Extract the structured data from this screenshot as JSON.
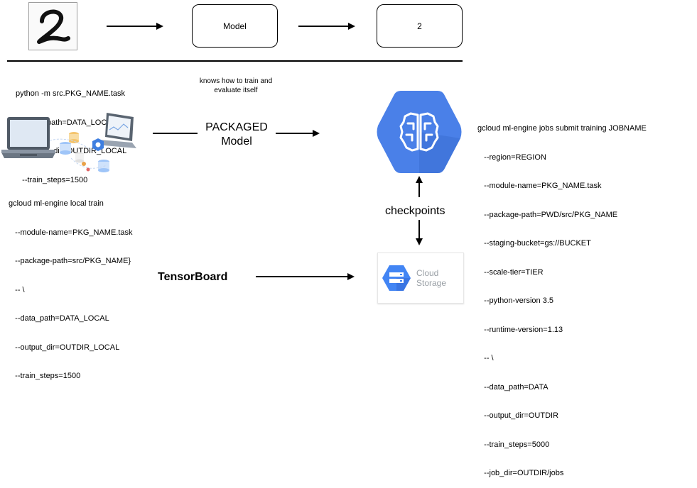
{
  "top_flow": {
    "model_label": "Model",
    "output_label": "2"
  },
  "local_run": {
    "lines": [
      "python -m src.PKG_NAME.task",
      "   --data_path=DATA_LOCAL",
      "   --output_dir=OUTDIR_LOCAL",
      "   --train_steps=1500"
    ]
  },
  "local_train": {
    "lines": [
      "gcloud ml-engine local train",
      "   --module-name=PKG_NAME.task",
      "   --package-path=src/PKG_NAME}",
      "   -- \\",
      "   --data_path=DATA_LOCAL",
      "   --output_dir=OUTDIR_LOCAL",
      "   --train_steps=1500"
    ]
  },
  "caption_knows": "knows how to train and\nevaluate itself",
  "packaged_label": "PACKAGED",
  "packaged_model_label": "Model",
  "checkpoints_label": "checkpoints",
  "tensorboard_label": "TensorBoard",
  "cloud_storage": {
    "line1": "Cloud",
    "line2": "Storage"
  },
  "cloud_submit": {
    "lines": [
      "gcloud ml-engine jobs submit training JOBNAME",
      "   --region=REGION",
      "   --module-name=PKG_NAME.task",
      "   --package-path=PWD/src/PKG_NAME",
      "   --staging-bucket=gs://BUCKET",
      "   --scale-tier=TIER",
      "   --python-version 3.5",
      "   --runtime-version=1.13",
      "   -- \\",
      "   --data_path=DATA",
      "   --output_dir=OUTDIR",
      "   --train_steps=5000",
      "   --job_dir=OUTDIR/jobs"
    ]
  },
  "icons": {
    "digit": "handwritten-digit-image",
    "laptop": "laptop-training-illustration",
    "ml_engine": "ml-engine-brain-icon",
    "storage": "cloud-storage-icon"
  },
  "colors": {
    "ml_engine_blue": "#4a80e8",
    "ml_engine_dark": "#3367d6",
    "storage_blue": "#4285f4"
  }
}
